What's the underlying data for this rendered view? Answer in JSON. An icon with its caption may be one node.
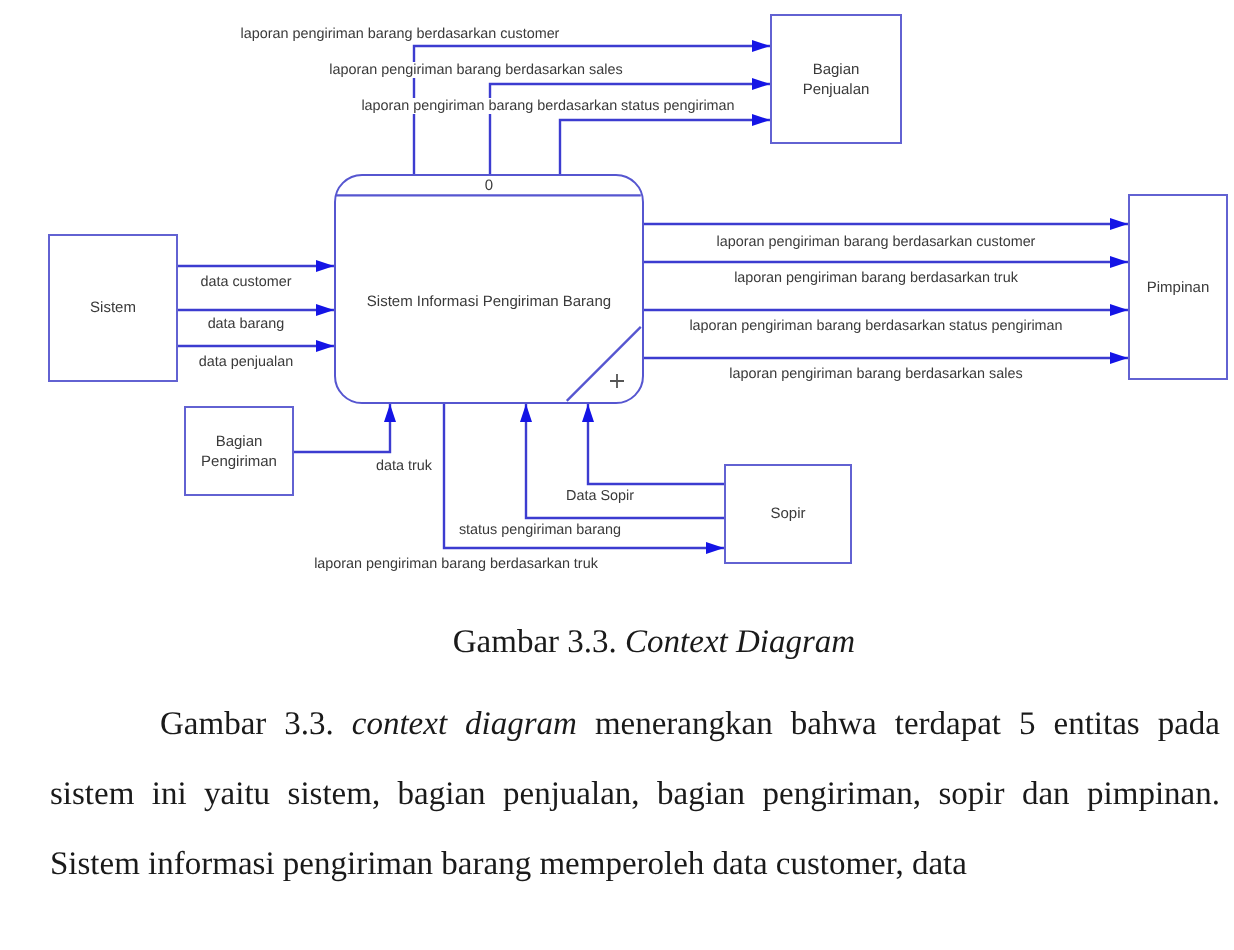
{
  "diagram": {
    "caption": "Gambar 3.3. *Context Diagram*",
    "nodes": [
      {
        "text": [
          "Bagian Penjualan"
        ]
      },
      {
        "text": [
          "Sistem"
        ]
      },
      {
        "text": [
          "0",
          "Sistem Informasi Pengiriman Barang"
        ]
      },
      {
        "text": [
          "Pimpinan"
        ]
      },
      {
        "text": [
          "Bagian Pengiriman"
        ]
      },
      {
        "text": [
          "Sopir"
        ]
      }
    ],
    "edges": [
      {
        "from": 2,
        "to": 0,
        "arrow": "to",
        "label": "laporan pengiriman barang berdasarkan customer"
      },
      {
        "from": 2,
        "to": 0,
        "arrow": "to",
        "label": "laporan pengiriman barang berdasarkan sales"
      },
      {
        "from": 2,
        "to": 0,
        "arrow": "to",
        "label": "laporan pengiriman barang berdasarkan status pengiriman"
      },
      {
        "from": 1,
        "to": 2,
        "arrow": "to",
        "label": "data customer"
      },
      {
        "from": 1,
        "to": 2,
        "arrow": "to",
        "label": "data barang"
      },
      {
        "from": 1,
        "to": 2,
        "arrow": "to",
        "label": "data penjualan"
      },
      {
        "from": 2,
        "to": 3,
        "arrow": "to",
        "label": "laporan pengiriman barang berdasarkan customer"
      },
      {
        "from": 2,
        "to": 3,
        "arrow": "to",
        "label": "laporan pengiriman barang berdasarkan truk"
      },
      {
        "from": 2,
        "to": 3,
        "arrow": "to",
        "label": "laporan pengiriman barang berdasarkan status pengiriman"
      },
      {
        "from": 2,
        "to": 3,
        "arrow": "to",
        "label": "laporan pengiriman barang berdasarkan sales"
      },
      {
        "from": 4,
        "to": 2,
        "arrow": "to",
        "label": "data truk"
      },
      {
        "from": 5,
        "to": 2,
        "arrow": "to",
        "label": "Data Sopir"
      },
      {
        "from": 5,
        "to": 2,
        "arrow": "to",
        "label": "status pengiriman barang"
      },
      {
        "from": 2,
        "to": 5,
        "arrow": "to",
        "label": "laporan pengiriman barang berdasarkan truk"
      }
    ],
    "labels": [
      "Gambar 3.3. *context diagram* menerangkan bahwa terdapat 5 entitas pada sistem ini yaitu sistem, bagian penjualan, bagian pengiriman, sopir dan pimpinan. Sistem informasi pengiriman barang memperoleh data customer, data"
    ]
  }
}
